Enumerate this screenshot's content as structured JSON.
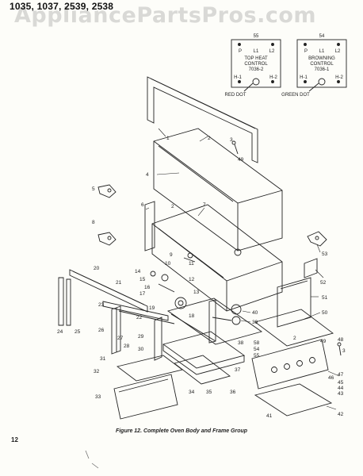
{
  "header": {
    "models": "1035, 1037, 2539, 2538"
  },
  "watermark": {
    "text": "AppliancePartsPros.com"
  },
  "controls": {
    "top_heat": {
      "ref": "55",
      "terms": [
        "P",
        "L1",
        "L2"
      ],
      "line1": "TOP HEAT",
      "line2": "CONTROL",
      "part": "7036-2",
      "h1": "H-1",
      "h2": "H-2",
      "dot_label": "RED DOT"
    },
    "browning": {
      "ref": "54",
      "terms": [
        "P",
        "L1",
        "L2"
      ],
      "line1": "BROWNING",
      "line2": "CONTROL",
      "part": "7036-1",
      "h1": "H-1",
      "h2": "H-2",
      "dot_label": "GREEN DOT"
    }
  },
  "callouts": {
    "c1": "1",
    "c2a": "2",
    "c3a": "3",
    "c49": "49",
    "c4": "4",
    "c5": "5",
    "c6": "6",
    "c2b": "2",
    "c7": "7",
    "c8": "8",
    "c9": "9",
    "c10": "10",
    "c11": "11",
    "c53": "53",
    "c52": "52",
    "c20": "20",
    "c14": "14",
    "c15": "15",
    "c16": "16",
    "c12": "12",
    "c13": "13",
    "c21": "21",
    "c17": "17",
    "c23": "23",
    "c19": "19",
    "c22": "22",
    "c18": "18",
    "c51": "51",
    "c40": "40",
    "c39": "39",
    "c50": "50",
    "c24": "24",
    "c25": "25",
    "c26": "26",
    "c27": "27",
    "c28": "28",
    "c29": "29",
    "c30": "30",
    "c38": "38",
    "c58": "58",
    "c54": "54",
    "c55": "55",
    "c2c": "2",
    "c49b": "49",
    "c48": "48",
    "c3b": "3",
    "c31": "31",
    "c32": "32",
    "c37": "37",
    "c47": "47",
    "c46": "46",
    "c45": "45",
    "c44": "44",
    "c43": "43",
    "c34": "34",
    "c35": "35",
    "c36": "36",
    "c33": "33",
    "c41": "41",
    "c42": "42"
  },
  "caption": "Figure 12.  Complete Oven Body and Frame Group",
  "page_number": "12"
}
